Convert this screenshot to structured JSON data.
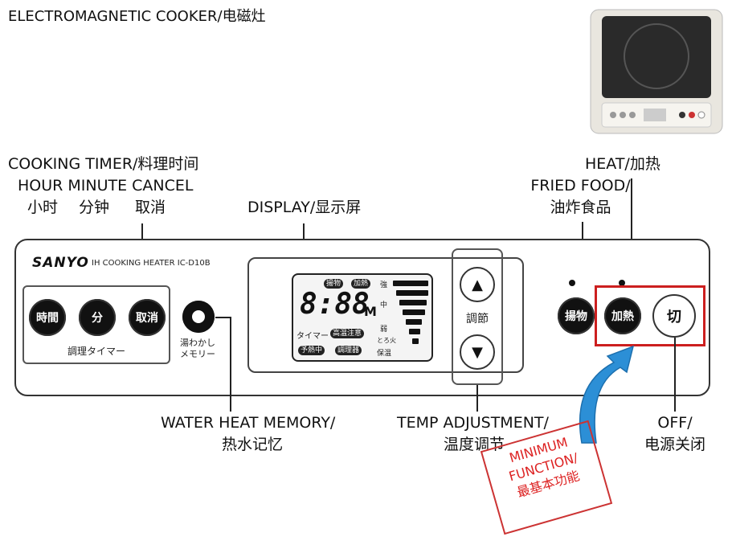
{
  "title": "ELECTROMAGNETIC COOKER/电磁灶",
  "labels": {
    "timer_line1": "COOKING TIMER/料理时间",
    "timer_line2": "HOUR MINUTE CANCEL",
    "timer_hour_cn": "小时",
    "timer_minute_cn": "分钟",
    "timer_cancel_cn": "取消",
    "display": "DISPLAY/显示屏",
    "heat": "HEAT/加热",
    "fried_line1": "FRIED FOOD/",
    "fried_line2": "油炸食品",
    "water_line1": "WATER HEAT MEMORY/",
    "water_line2": "热水记忆",
    "temp_line1": "TEMP ADJUSTMENT/",
    "temp_line2": "温度调节",
    "off_line1": "OFF/",
    "off_line2": "电源关闭"
  },
  "stamp": {
    "line1": "MINIMUM",
    "line2": "FUNCTION/",
    "line3": "最基本功能"
  },
  "panel": {
    "brand": "SANYO",
    "model": "IH COOKING HEATER IC-D10B",
    "btn_hour": "時間",
    "btn_minute": "分",
    "btn_cancel": "取消",
    "timer_caption": "調理タイマー",
    "water_caption_1": "湯わかし",
    "water_caption_2": "メモリー",
    "lcd_digits": "8:88",
    "lcd_unit": "M",
    "lcd_chip_fry": "揚物",
    "lcd_chip_heat": "加熱",
    "lcd_timer": "タイマー",
    "lcd_chip_caution": "高温注意",
    "lcd_chip_preheat": "予熱中",
    "lcd_chip_adjust": "調理器",
    "lcd_strong": "強",
    "lcd_mid": "中",
    "lcd_weak": "弱",
    "lcd_simmer": "とろ火",
    "lcd_keep": "保温",
    "adjust_caption": "調節",
    "up_arrow": "▲",
    "down_arrow": "▼",
    "btn_fry": "揚物",
    "btn_heat": "加熱",
    "btn_off": "切"
  },
  "colors": {
    "highlight": "#cc1f1f",
    "arrow": "#2c8fd6",
    "stamp": "#d22222"
  },
  "icons": {
    "arrow": "curved-arrow-icon",
    "product": "induction-cooker-photo"
  }
}
